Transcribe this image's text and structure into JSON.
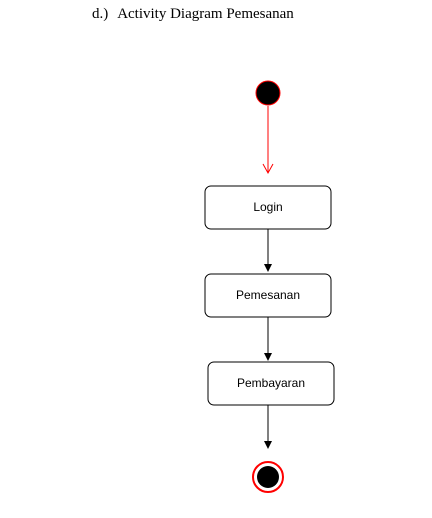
{
  "heading": {
    "number": "d.)",
    "title": "Activity Diagram Pemesanan"
  },
  "diagram": {
    "type": "uml-activity",
    "colors": {
      "initial_fill": "#000000",
      "initial_stroke": "#ff0000",
      "first_flow": "#ff0000",
      "flow": "#000000",
      "final_ring": "#ff0000",
      "final_fill": "#000000"
    },
    "activities": [
      {
        "id": "login",
        "label": "Login"
      },
      {
        "id": "pemesanan",
        "label": "Pemesanan"
      },
      {
        "id": "pembayaran",
        "label": "Pembayaran"
      }
    ],
    "flows": [
      {
        "from": "start",
        "to": "login"
      },
      {
        "from": "login",
        "to": "pemesanan"
      },
      {
        "from": "pemesanan",
        "to": "pembayaran"
      },
      {
        "from": "pembayaran",
        "to": "end"
      }
    ]
  }
}
